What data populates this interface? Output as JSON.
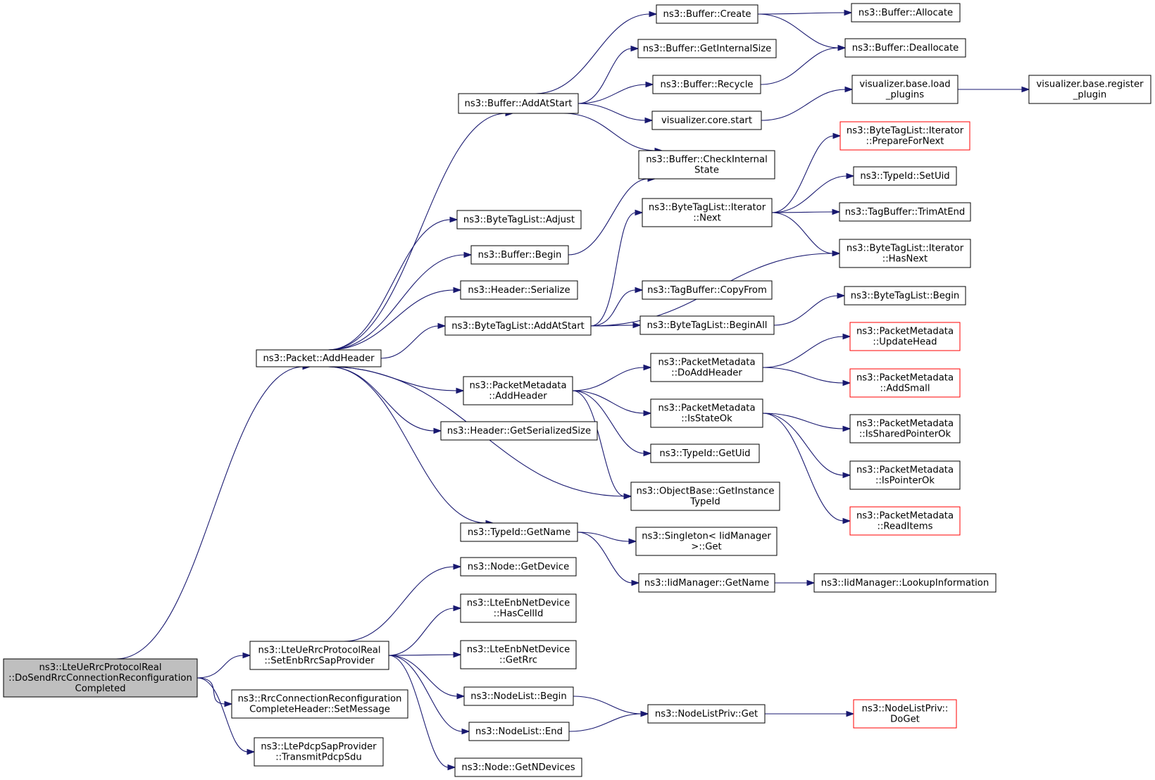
{
  "nodes": [
    {
      "id": "root",
      "lines": [
        "ns3::LteUeRrcProtocolReal",
        "::DoSendRrcConnectionReconfiguration",
        "Completed"
      ],
      "style": "root"
    },
    {
      "id": "addHeader",
      "lines": [
        "ns3::Packet::AddHeader"
      ],
      "style": "normal"
    },
    {
      "id": "setEnb",
      "lines": [
        "ns3::LteUeRrcProtocolReal",
        "::SetEnbRrcSapProvider"
      ],
      "style": "normal"
    },
    {
      "id": "setMsg",
      "lines": [
        "ns3::RrcConnectionReconfiguration",
        "CompleteHeader::SetMessage"
      ],
      "style": "normal"
    },
    {
      "id": "transmit",
      "lines": [
        "ns3::LtePdcpSapProvider",
        "::TransmitPdcpSdu"
      ],
      "style": "normal"
    },
    {
      "id": "bufAddAtStart",
      "lines": [
        "ns3::Buffer::AddAtStart"
      ],
      "style": "normal"
    },
    {
      "id": "btlAdjust",
      "lines": [
        "ns3::ByteTagList::Adjust"
      ],
      "style": "normal"
    },
    {
      "id": "bufBegin",
      "lines": [
        "ns3::Buffer::Begin"
      ],
      "style": "normal"
    },
    {
      "id": "hdrSerialize",
      "lines": [
        "ns3::Header::Serialize"
      ],
      "style": "normal"
    },
    {
      "id": "btlAddAtStart",
      "lines": [
        "ns3::ByteTagList::AddAtStart"
      ],
      "style": "normal"
    },
    {
      "id": "pmAddHeader",
      "lines": [
        "ns3::PacketMetadata",
        "::AddHeader"
      ],
      "style": "normal"
    },
    {
      "id": "hdrGetSize",
      "lines": [
        "ns3::Header::GetSerializedSize"
      ],
      "style": "normal"
    },
    {
      "id": "typeGetName",
      "lines": [
        "ns3::TypeId::GetName"
      ],
      "style": "normal"
    },
    {
      "id": "nodeGetDevice",
      "lines": [
        "ns3::Node::GetDevice"
      ],
      "style": "normal"
    },
    {
      "id": "hasCellId",
      "lines": [
        "ns3::LteEnbNetDevice",
        "::HasCellId"
      ],
      "style": "normal"
    },
    {
      "id": "getRrc",
      "lines": [
        "ns3::LteEnbNetDevice",
        "::GetRrc"
      ],
      "style": "normal"
    },
    {
      "id": "nlBegin",
      "lines": [
        "ns3::NodeList::Begin"
      ],
      "style": "normal"
    },
    {
      "id": "nlEnd",
      "lines": [
        "ns3::NodeList::End"
      ],
      "style": "normal"
    },
    {
      "id": "nodeGetN",
      "lines": [
        "ns3::Node::GetNDevices"
      ],
      "style": "normal"
    },
    {
      "id": "bufCreate",
      "lines": [
        "ns3::Buffer::Create"
      ],
      "style": "normal"
    },
    {
      "id": "bufGetInternal",
      "lines": [
        "ns3::Buffer::GetInternalSize"
      ],
      "style": "normal"
    },
    {
      "id": "bufRecycle",
      "lines": [
        "ns3::Buffer::Recycle"
      ],
      "style": "normal"
    },
    {
      "id": "vizCoreStart",
      "lines": [
        "visualizer.core.start"
      ],
      "style": "normal"
    },
    {
      "id": "bufCheck",
      "lines": [
        "ns3::Buffer::CheckInternal",
        "State"
      ],
      "style": "normal"
    },
    {
      "id": "btlIterNext",
      "lines": [
        "ns3::ByteTagList::Iterator",
        "::Next"
      ],
      "style": "normal"
    },
    {
      "id": "tbCopyFrom",
      "lines": [
        "ns3::TagBuffer::CopyFrom"
      ],
      "style": "normal"
    },
    {
      "id": "btlBeginAll",
      "lines": [
        "ns3::ByteTagList::BeginAll"
      ],
      "style": "normal"
    },
    {
      "id": "pmDoAddHeader",
      "lines": [
        "ns3::PacketMetadata",
        "::DoAddHeader"
      ],
      "style": "normal"
    },
    {
      "id": "pmIsStateOk",
      "lines": [
        "ns3::PacketMetadata",
        "::IsStateOk"
      ],
      "style": "normal"
    },
    {
      "id": "typeGetUid",
      "lines": [
        "ns3::TypeId::GetUid"
      ],
      "style": "normal"
    },
    {
      "id": "obGetInstance",
      "lines": [
        "ns3::ObjectBase::GetInstance",
        "TypeId"
      ],
      "style": "normal"
    },
    {
      "id": "singletonGet",
      "lines": [
        "ns3::Singleton< IidManager",
        ">::Get"
      ],
      "style": "normal"
    },
    {
      "id": "iidGetName",
      "lines": [
        "ns3::IidManager::GetName"
      ],
      "style": "normal"
    },
    {
      "id": "nlpGet",
      "lines": [
        "ns3::NodeListPriv::Get"
      ],
      "style": "normal"
    },
    {
      "id": "bufAllocate",
      "lines": [
        "ns3::Buffer::Allocate"
      ],
      "style": "normal"
    },
    {
      "id": "bufDeallocate",
      "lines": [
        "ns3::Buffer::Deallocate"
      ],
      "style": "normal"
    },
    {
      "id": "vizLoadPlugins",
      "lines": [
        "visualizer.base.load",
        "_plugins"
      ],
      "style": "normal"
    },
    {
      "id": "vizRegister",
      "lines": [
        "visualizer.base.register",
        "_plugin"
      ],
      "style": "normal"
    },
    {
      "id": "btlIterPrepare",
      "lines": [
        "ns3::ByteTagList::Iterator",
        "::PrepareForNext"
      ],
      "style": "red"
    },
    {
      "id": "typeSetUid",
      "lines": [
        "ns3::TypeId::SetUid"
      ],
      "style": "normal"
    },
    {
      "id": "tbTrimAtEnd",
      "lines": [
        "ns3::TagBuffer::TrimAtEnd"
      ],
      "style": "normal"
    },
    {
      "id": "btlIterHasNext",
      "lines": [
        "ns3::ByteTagList::Iterator",
        "::HasNext"
      ],
      "style": "normal"
    },
    {
      "id": "btlBegin",
      "lines": [
        "ns3::ByteTagList::Begin"
      ],
      "style": "normal"
    },
    {
      "id": "pmUpdateHead",
      "lines": [
        "ns3::PacketMetadata",
        "::UpdateHead"
      ],
      "style": "red"
    },
    {
      "id": "pmAddSmall",
      "lines": [
        "ns3::PacketMetadata",
        "::AddSmall"
      ],
      "style": "red"
    },
    {
      "id": "pmIsShared",
      "lines": [
        "ns3::PacketMetadata",
        "::IsSharedPointerOk"
      ],
      "style": "normal"
    },
    {
      "id": "pmIsPointer",
      "lines": [
        "ns3::PacketMetadata",
        "::IsPointerOk"
      ],
      "style": "normal"
    },
    {
      "id": "pmReadItems",
      "lines": [
        "ns3::PacketMetadata",
        "::ReadItems"
      ],
      "style": "red"
    },
    {
      "id": "iidLookup",
      "lines": [
        "ns3::IidManager::LookupInformation"
      ],
      "style": "normal"
    },
    {
      "id": "nlpDoGet",
      "lines": [
        "ns3::NodeListPriv::",
        "DoGet"
      ],
      "style": "red"
    }
  ],
  "edges": [
    [
      "root",
      "addHeader"
    ],
    [
      "root",
      "setEnb"
    ],
    [
      "root",
      "setMsg"
    ],
    [
      "root",
      "transmit"
    ],
    [
      "addHeader",
      "bufAddAtStart"
    ],
    [
      "addHeader",
      "btlAdjust"
    ],
    [
      "addHeader",
      "bufBegin"
    ],
    [
      "addHeader",
      "hdrSerialize"
    ],
    [
      "addHeader",
      "btlAddAtStart"
    ],
    [
      "addHeader",
      "pmAddHeader"
    ],
    [
      "addHeader",
      "hdrGetSize"
    ],
    [
      "addHeader",
      "obGetInstance"
    ],
    [
      "addHeader",
      "typeGetName"
    ],
    [
      "bufAddAtStart",
      "bufCreate"
    ],
    [
      "bufAddAtStart",
      "bufGetInternal"
    ],
    [
      "bufAddAtStart",
      "bufRecycle"
    ],
    [
      "bufAddAtStart",
      "vizCoreStart"
    ],
    [
      "bufAddAtStart",
      "bufCheck"
    ],
    [
      "bufCreate",
      "bufAllocate"
    ],
    [
      "bufCreate",
      "bufDeallocate"
    ],
    [
      "bufRecycle",
      "bufDeallocate"
    ],
    [
      "vizCoreStart",
      "vizLoadPlugins"
    ],
    [
      "vizLoadPlugins",
      "vizRegister"
    ],
    [
      "bufBegin",
      "bufCheck"
    ],
    [
      "btlAddAtStart",
      "btlIterNext"
    ],
    [
      "btlAddAtStart",
      "btlIterHasNext"
    ],
    [
      "btlAddAtStart",
      "tbCopyFrom"
    ],
    [
      "btlAddAtStart",
      "btlBeginAll"
    ],
    [
      "btlIterNext",
      "btlIterPrepare"
    ],
    [
      "btlIterNext",
      "typeSetUid"
    ],
    [
      "btlIterNext",
      "tbTrimAtEnd"
    ],
    [
      "btlIterNext",
      "btlIterHasNext"
    ],
    [
      "btlBeginAll",
      "btlBegin"
    ],
    [
      "pmAddHeader",
      "pmDoAddHeader"
    ],
    [
      "pmAddHeader",
      "pmIsStateOk"
    ],
    [
      "pmAddHeader",
      "typeGetUid"
    ],
    [
      "pmAddHeader",
      "obGetInstance"
    ],
    [
      "pmDoAddHeader",
      "pmUpdateHead"
    ],
    [
      "pmDoAddHeader",
      "pmAddSmall"
    ],
    [
      "pmIsStateOk",
      "pmIsShared"
    ],
    [
      "pmIsStateOk",
      "pmIsPointer"
    ],
    [
      "pmIsStateOk",
      "pmReadItems"
    ],
    [
      "typeGetName",
      "singletonGet"
    ],
    [
      "typeGetName",
      "iidGetName"
    ],
    [
      "iidGetName",
      "iidLookup"
    ],
    [
      "setEnb",
      "nodeGetDevice"
    ],
    [
      "setEnb",
      "hasCellId"
    ],
    [
      "setEnb",
      "getRrc"
    ],
    [
      "setEnb",
      "nlBegin"
    ],
    [
      "setEnb",
      "nlEnd"
    ],
    [
      "setEnb",
      "nodeGetN"
    ],
    [
      "nlBegin",
      "nlpGet"
    ],
    [
      "nlEnd",
      "nlpGet"
    ],
    [
      "nlpGet",
      "nlpDoGet"
    ]
  ]
}
